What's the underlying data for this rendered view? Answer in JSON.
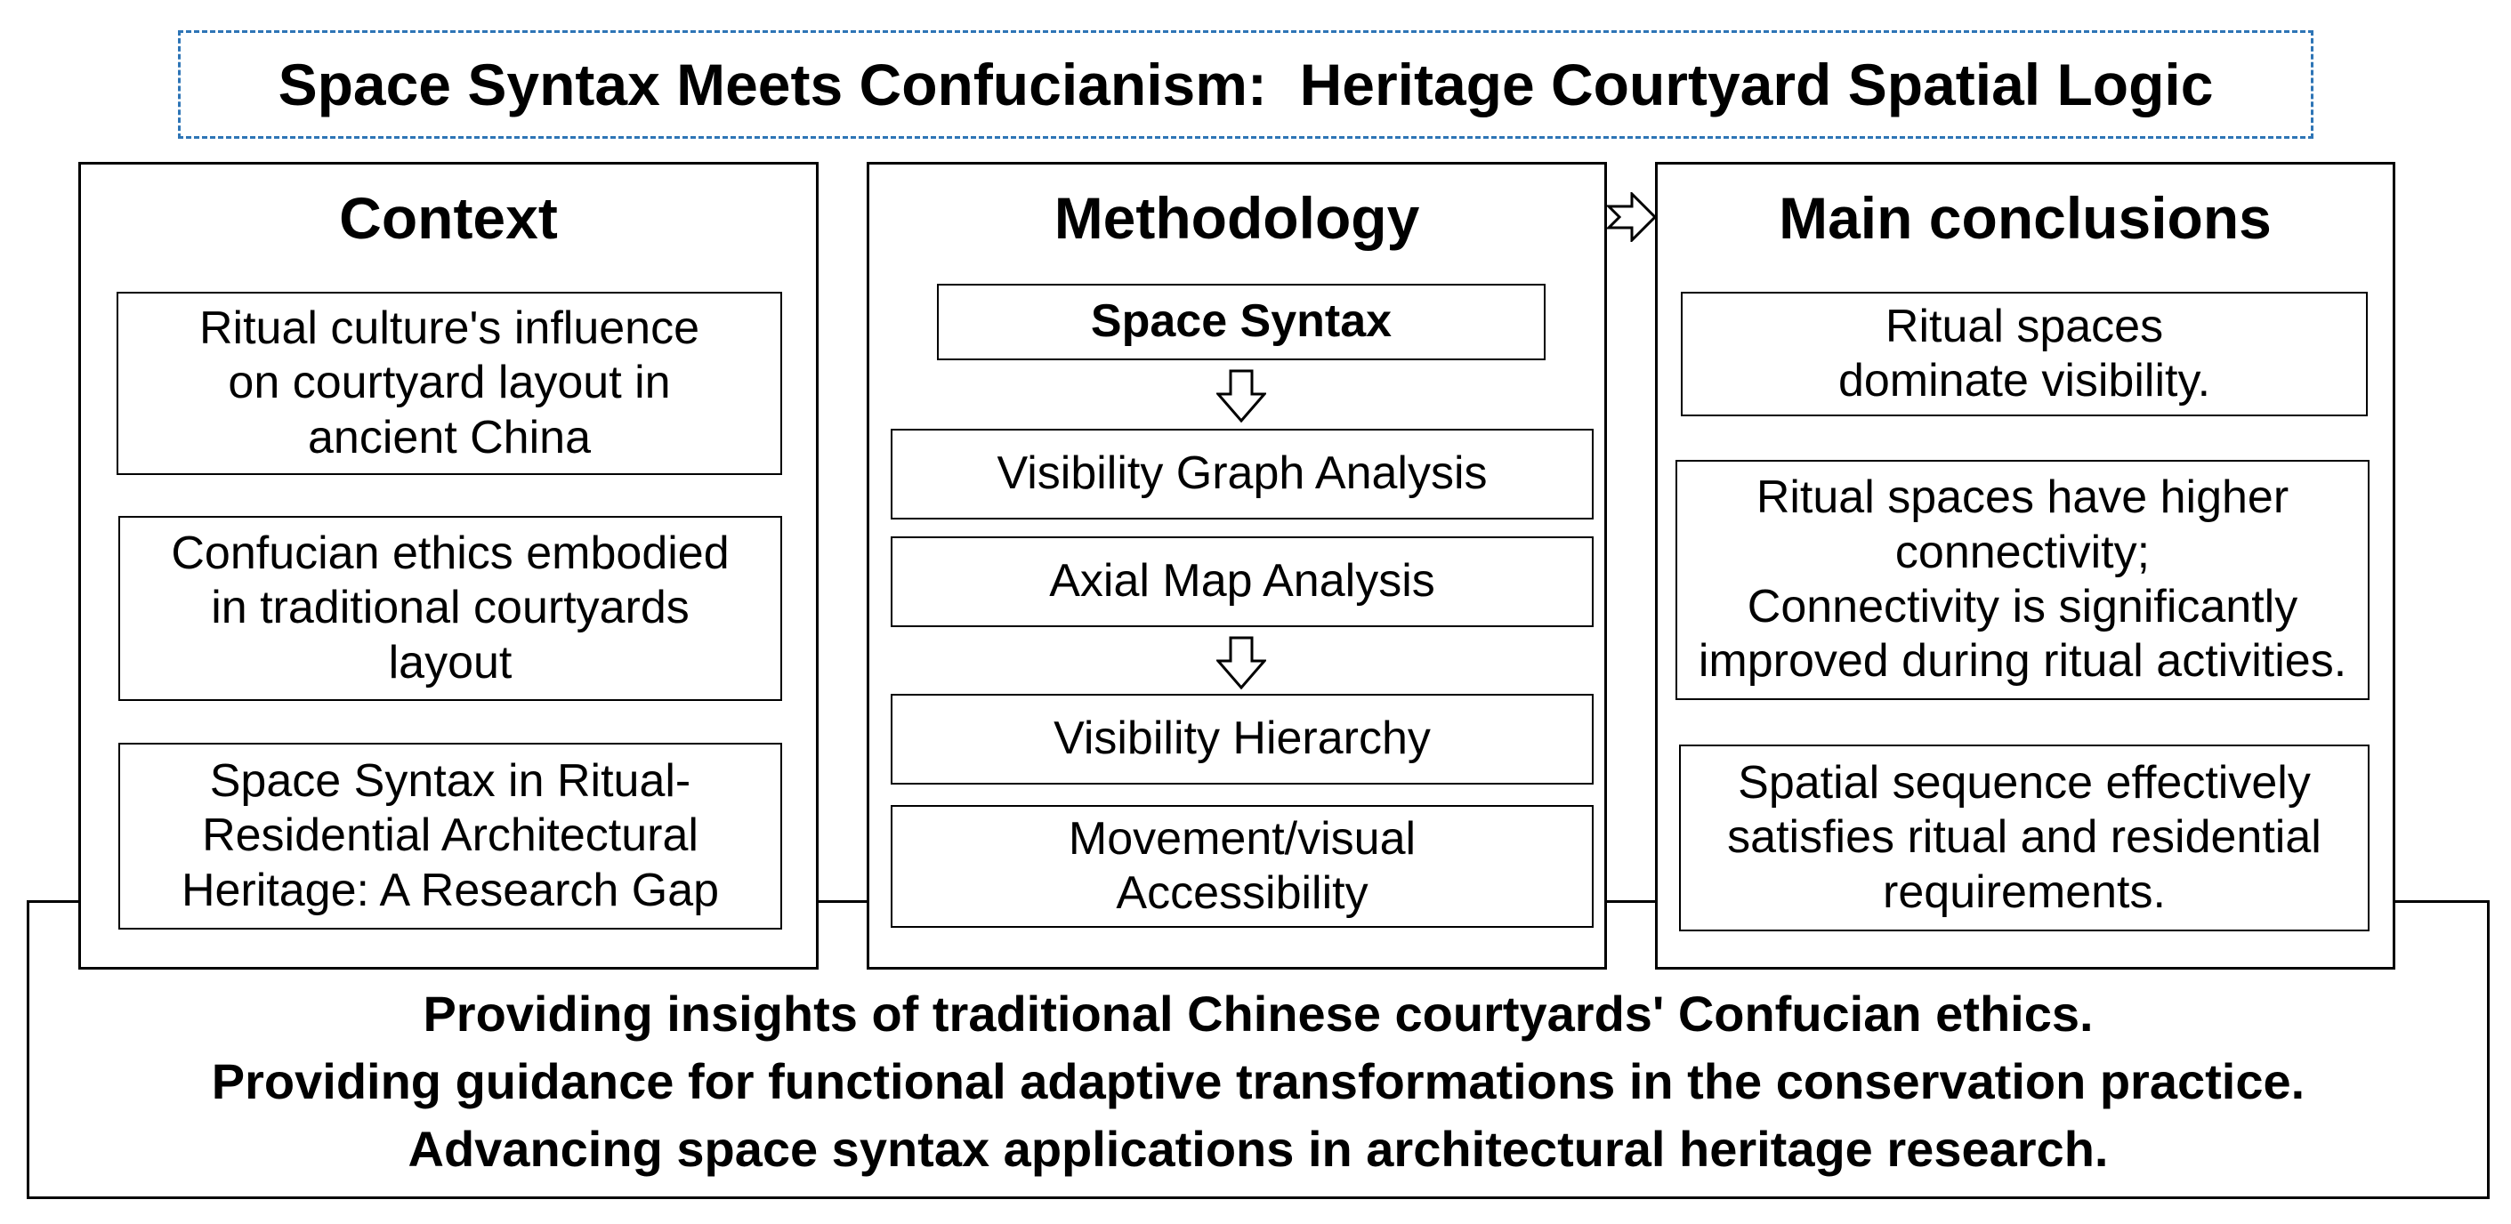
{
  "title": "Space Syntax Meets Confucianism:  Heritage Courtyard Spatial Logic",
  "columns": {
    "context": {
      "heading": "Context",
      "items": [
        "Ritual culture's influence\non courtyard layout in\nancient China",
        "Confucian ethics embodied\nin traditional courtyards\nlayout",
        "Space Syntax in Ritual-\nResidential Architectural\nHeritage: A Research Gap"
      ]
    },
    "methodology": {
      "heading": "Methodology",
      "items": [
        "Space Syntax",
        "Visibility Graph Analysis",
        "Axial Map Analysis",
        "Visibility Hierarchy",
        "Movement/visual\nAccessibility"
      ]
    },
    "conclusions": {
      "heading": "Main conclusions",
      "items": [
        "Ritual spaces\ndominate visibility.",
        "Ritual spaces have  higher\nconnectivity;\nConnectivity is significantly\nimproved during ritual activities.",
        "Spatial sequence effectively\nsatisfies ritual and residential\nrequirements."
      ]
    }
  },
  "bottom": {
    "lines": [
      "Providing insights of traditional Chinese courtyards' Confucian ethics.",
      "Providing guidance for functional adaptive transformations in the conservation practice.",
      "Advancing space syntax applications in architectural  heritage research."
    ]
  },
  "colors": {
    "title_border": "#2e75b6",
    "stroke": "#000000"
  },
  "icons": [
    "down-arrow-icon",
    "right-arrow-icon"
  ]
}
